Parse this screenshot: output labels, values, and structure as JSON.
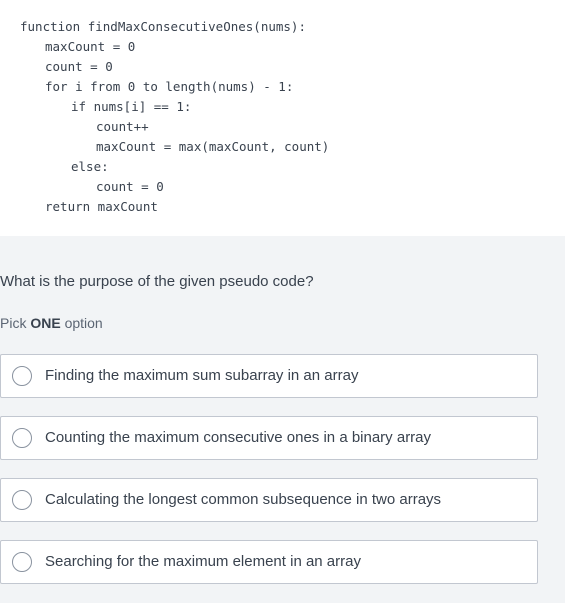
{
  "code": {
    "lines": [
      "function findMaxConsecutiveOnes(nums):",
      "maxCount = 0",
      "count = 0",
      "for i from 0 to length(nums) - 1:",
      "if nums[i] == 1:",
      "count++",
      "maxCount = max(maxCount, count)",
      "else:",
      "count = 0",
      "return maxCount"
    ]
  },
  "question": {
    "text": "What is the purpose of the given pseudo code?"
  },
  "instruction": {
    "prefix": "Pick ",
    "emphasis": "ONE",
    "suffix": " option"
  },
  "options": [
    {
      "label": "Finding the maximum sum subarray in an array",
      "selected": false
    },
    {
      "label": "Counting the maximum consecutive ones in a binary array",
      "selected": false
    },
    {
      "label": "Calculating the longest common subsequence in two arrays",
      "selected": false
    },
    {
      "label": "Searching for the maximum element in an array",
      "selected": false
    }
  ]
}
